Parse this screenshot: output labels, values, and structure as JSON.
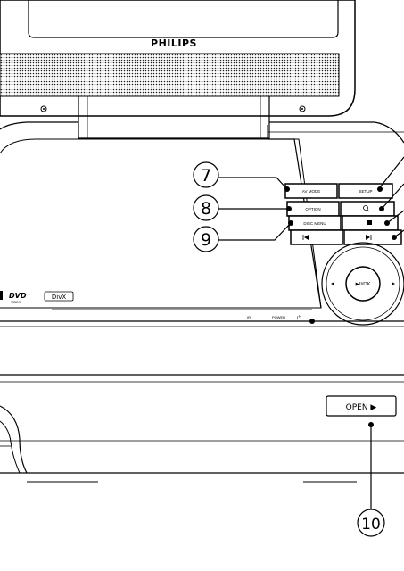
{
  "brand": "PHILIPS",
  "callouts": [
    "7",
    "8",
    "9",
    "10"
  ],
  "buttons": {
    "av_mode": "AV MODE",
    "setup": "SETUP",
    "option": "OPTION",
    "disc_menu": "DISC MENU",
    "play_pause": "▶II/OK"
  },
  "indicators": {
    "ir": "IR",
    "power": "POWER",
    "standby": "⏻"
  },
  "logos": {
    "dvd": "DVD",
    "dvd_sub": "VIDEO",
    "divx": "DivX"
  },
  "open_button": "OPEN ▶"
}
